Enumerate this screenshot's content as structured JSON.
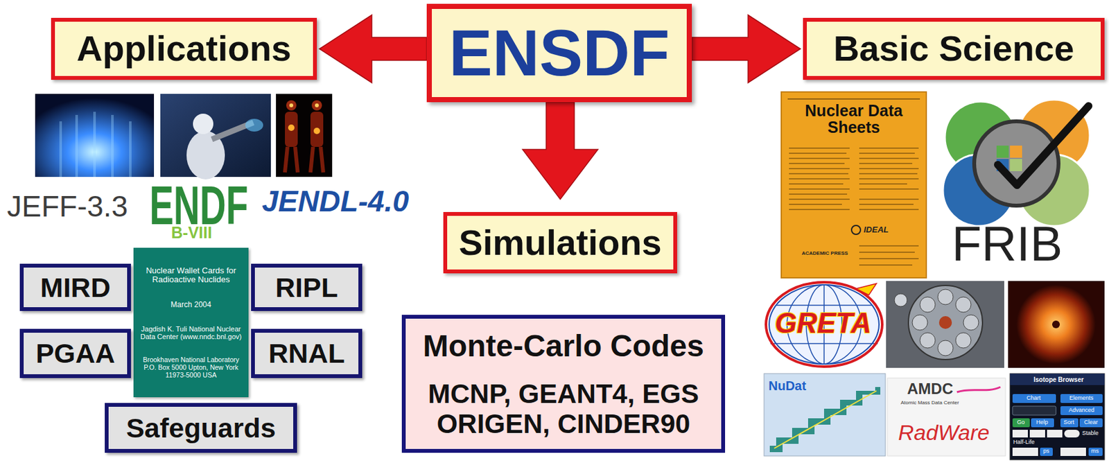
{
  "diagram": {
    "nodes": [
      {
        "text": [
          "Applications"
        ]
      },
      {
        "text": [
          "ENSDF"
        ]
      },
      {
        "text": [
          "Basic Science"
        ]
      },
      {
        "text": [
          "Simulations"
        ]
      },
      {
        "text": [
          "MIRD"
        ]
      },
      {
        "text": [
          "Nuclear Wallet Cards for Radioactive Nuclides",
          "March 2004",
          "Jagdish K. Tuli National Nuclear Data Center (www.nndc.bnl.gov)",
          "Brookhaven National Laboratory P.O. Box 5000 Upton, New York 11973-5000 USA"
        ]
      },
      {
        "text": [
          "RIPL"
        ]
      },
      {
        "text": [
          "PGAA"
        ]
      },
      {
        "text": [
          "RNAL"
        ]
      },
      {
        "text": [
          "Safeguards"
        ]
      },
      {
        "text": [
          "Monte-Carlo Codes",
          "MCNP, GEANT4, EGS ORIGEN, CINDER90"
        ]
      }
    ],
    "edges": [
      {
        "from": 1,
        "to": 0,
        "arrow": "to"
      },
      {
        "from": 1,
        "to": 2,
        "arrow": "to"
      },
      {
        "from": 1,
        "to": 3,
        "arrow": "to"
      }
    ],
    "labels": [
      "JEFF-3.3",
      "ENDF",
      "B-VIII",
      "JENDL-4.0",
      "Nuclear Data Sheets",
      "ACADEMIC PRESS",
      "IDEAL",
      "FRIB",
      "GRETA",
      "NuDat",
      "AMDC",
      "Atomic Mass Data Center",
      "RadWare",
      "Isotope Browser",
      "Chart",
      "Elements",
      "Advanced",
      "Go",
      "Help",
      "Sort",
      "Clear",
      "Stable",
      "Half-Life",
      "ps",
      "ms"
    ]
  }
}
